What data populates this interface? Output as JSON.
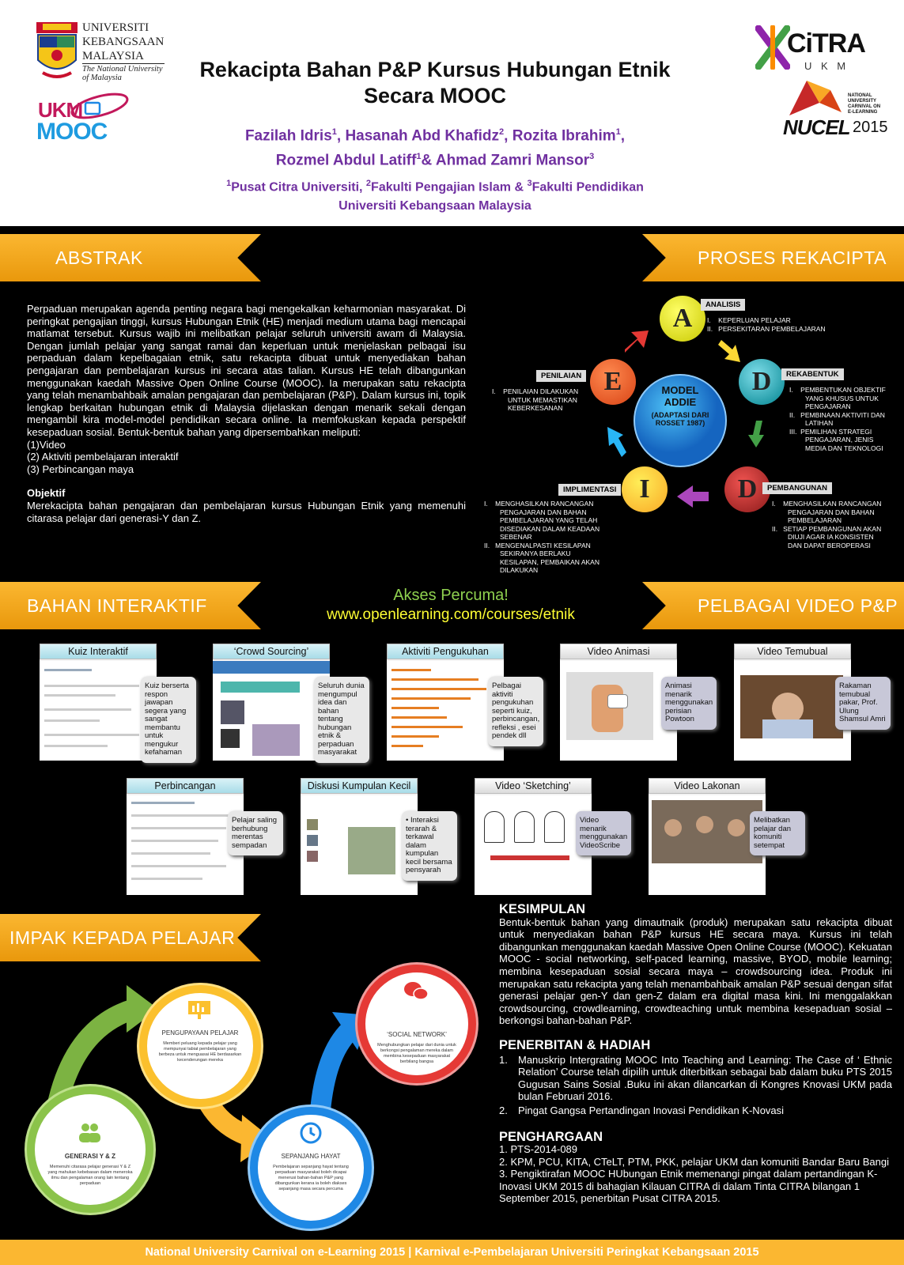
{
  "header": {
    "title_line1": "Rekacipta Bahan P&P Kursus Hubungan Etnik",
    "title_line2": "Secara MOOC",
    "authors_line1": [
      "Fazilah Idris",
      "1",
      ", Hasanah Abd Khafidz",
      "2",
      ", Rozita Ibrahim",
      "1",
      ","
    ],
    "authors_line2": [
      "Rozmel Abdul Latiff",
      "1",
      "& Ahmad Zamri Mansor",
      "3"
    ],
    "affil_line1": [
      "1",
      "Pusat Citra Universiti, ",
      "2",
      "Fakulti Pengajian Islam & ",
      "3",
      "Fakulti Pendidikan"
    ],
    "affil_line2": "Universiti Kebangsaan Malaysia",
    "ukm_logo": {
      "line1": "UNIVERSITI",
      "line2": "KEBANGSAAN",
      "line3": "MALAYSIA",
      "line4": "The National University",
      "line5": "of Malaysia"
    },
    "ukm_mooc_logo": {
      "ukm": "UKM",
      "mooc": "MOOC"
    },
    "citra_logo": {
      "citra": "CiTRA",
      "ukm": "U K M"
    },
    "nucel_logo": {
      "small": [
        "NATIONAL",
        "UNIVERSITY",
        "CARNIVAL ON",
        "E-LEARNING"
      ],
      "nucel": "NUCEL",
      "year": "2015"
    }
  },
  "sections": {
    "abstrak": "ABSTRAK",
    "proses": "PROSES REKACIPTA",
    "bahan": "BAHAN INTERAKTIF",
    "video": "PELBAGAI VIDEO P&P",
    "impak": "IMPAK KEPADA PELAJAR"
  },
  "abstrak": {
    "body": "Perpaduan merupakan agenda penting negara bagi mengekalkan keharmonian masyarakat. Di peringkat pengajian tinggi, kursus Hubungan Etnik (HE) menjadi medium utama bagi mencapai matlamat tersebut.  Kursus  wajib ini melibatkan pelajar seluruh universiti awam di Malaysia. Dengan jumlah pelajar yang sangat ramai dan keperluan untuk menjelaskan pelbagai isu perpaduan dalam kepelbagaian etnik, satu rekacipta dibuat untuk menyediakan bahan pengajaran dan  pembelajaran kursus ini secara atas talian. Kursus HE telah dibangunkan menggunakan kaedah Massive Open Online Course (MOOC). Ia merupakan satu rekacipta yang telah menambahbaik amalan pengajaran dan pembelajaran (P&P). Dalam kursus ini, topik lengkap berkaitan hubungan etnik di Malaysia dijelaskan dengan menarik sekali dengan mengambil kira model-model pendidikan secara online. Ia memfokuskan kepada perspektif kesepaduan sosial. Bentuk-bentuk bahan yang dipersembahkan meliputi:",
    "items": [
      "(1)Video",
      "(2) Aktiviti pembelajaran interaktif",
      "(3) Perbincangan maya"
    ],
    "objektif_heading": "Objektif",
    "objektif": "Merekacipta bahan pengajaran dan pembelajaran kursus Hubungan Etnik yang memenuhi citarasa pelajar dari generasi-Y dan Z."
  },
  "addie": {
    "center": [
      "MODEL",
      "ADDIE",
      "(ADAPTASI DARI",
      "ROSSET 1987)"
    ],
    "letters": {
      "a": "A",
      "d1": "D",
      "d2": "D",
      "i": "I",
      "e": "E"
    },
    "analisis": {
      "title": "ANALISIS",
      "items": [
        "I.    KEPERLUAN PELAJAR",
        "II.   PERSEKITARAN PEMBELAJARAN"
      ]
    },
    "rekabentuk": {
      "title": "REKABENTUK",
      "items": [
        "I.    PEMBENTUKAN OBJEKTIF YANG KHUSUS UNTUK PENGAJARAN",
        "II.   PEMBINAAN AKTIVITI DAN LATIHAN",
        "III.  PEMILIHAN STRATEGI PENGAJARAN, JENIS MEDIA DAN TEKNOLOGI"
      ]
    },
    "pembangunan": {
      "title": "PEMBANGUNAN",
      "items": [
        "I.    MENGHASILKAN RANCANGAN PENGAJARAN DAN BAHAN PEMBELAJARAN",
        "II.   SETIAP PEMBANGUNAN AKAN DIUJI AGAR IA KONSISTEN DAN DAPAT BEROPERASI"
      ]
    },
    "implimentasi": {
      "title": "IMPLIMENTASI",
      "items": [
        "I.    MENGHASILKAN RANCANGAN PENGAJARAN DAN BAHAN PEMBELAJARAN YANG TELAH DISEDIAKAN  DALAM KEADAAN SEBENAR",
        "II.   MENGENALPASTI KESILAPAN SEKIRANYA BERLAKU KESILAPAN, PEMBAIKAN AKAN DILAKUKAN"
      ]
    },
    "penilaian": {
      "title": "PENILAIAN",
      "items": [
        "I.    PENILAIAN DILAKUKAN UNTUK MEMASTIKAN KEBERKESANAN"
      ]
    }
  },
  "akses": {
    "line1": "Akses Percuma!",
    "line2": "www.openlearning.com/courses/etnik"
  },
  "shots": [
    {
      "cap": "Kuiz Interaktif",
      "callout": "Kuiz berserta respon jawapan segera yang sangat membantu untuk mengukur kefahaman"
    },
    {
      "cap": "‘Crowd Sourcing’",
      "callout": "Seluruh dunia mengumpul idea dan bahan tentang hubungan etnik & perpaduan masyarakat"
    },
    {
      "cap": "Aktiviti Pengukuhan",
      "callout": "Pelbagai aktiviti pengukuhan seperti kuiz, perbincangan, refleksi , esei pendek dll"
    },
    {
      "cap": "Video Animasi",
      "callout": "Animasi menarik menggunakan perisian Powtoon"
    },
    {
      "cap": "Video Temubual",
      "callout": "Rakaman temubual pakar, Prof. Ulung Shamsul Amri"
    },
    {
      "cap": "Perbincangan",
      "callout": "Pelajar saling berhubung merentas sempadan"
    },
    {
      "cap": "Diskusi Kumpulan Kecil",
      "callout": "• Interaksi terarah & terkawal dalam kumpulan kecil bersama pensyarah"
    },
    {
      "cap": "Video ‘Sketching’",
      "callout": "Video menarik menggunakan VideoScribe"
    },
    {
      "cap": "Video Lakonan",
      "callout": "Melibatkan pelajar dan komuniti setempat"
    }
  ],
  "impak": {
    "generasi": {
      "title": "GENERASI Y & Z",
      "text": "Memenuhi citarasa pelajar generasi Y & Z yang mahukan kebebasan dalam meneroka ilmu dan pengalaman orang lain tentang perpaduan"
    },
    "pengupayaan": {
      "title": "PENGUPAYAAN PELAJAR",
      "text": "Memberi peluang kepada pelajar yang mempunyai tabiat pembelajaran yang berbeza untuk menguasai HE berdasarkan kecenderungan mereka"
    },
    "sepanjang": {
      "title": "SEPANJANG HAYAT",
      "text": "Pembelajaran sepanjang hayat tentang perpaduan masyarakat boleh dicapai menerusi bahan-bahan P&P yang dibangunkan kerana ia boleh diakses sepanjang masa secara percuma"
    },
    "social": {
      "title": "‘SOCIAL NETWORK’",
      "text": "Menghubungkan pelajar dari dunia untuk berkongsi pengalaman mereka dalam membina kesepaduan masyarakat berbilang bangsa"
    }
  },
  "kesimpulan": {
    "heading": "KESIMPULAN",
    "body": "Bentuk-bentuk bahan yang dimautnaik (produk) merupakan satu rekacipta dibuat untuk menyediakan bahan P&P kursus HE secara maya. Kursus ini telah dibangunkan menggunakan kaedah Massive Open Online Course (MOOC). Kekuatan MOOC - social networking, self-paced learning, massive, BYOD, mobile learning; membina kesepaduan sosial secara maya – crowdsourcing idea. Produk ini merupakan satu rekacipta yang telah menambahbaik amalan P&P sesuai dengan sifat generasi pelajar gen-Y dan gen-Z dalam era digital masa kini. Ini menggalakkan crowdsourcing, crowdlearning, crowdteaching untuk membina kesepaduan sosial – berkongsi bahan-bahan P&P."
  },
  "penerbitan": {
    "heading": "PENERBITAN & HADIAH",
    "item1": "Manuskrip  Intergrating  MOOC Into Teaching and Learning: The Case of ‘ Ethnic Relation’ Course telah dipilih untuk  diterbitkan sebagai bab dalam buku PTS 2015 Gugusan Sains Sosial  .Buku ini akan dilancarkan di Kongres Knovasi UKM pada bulan Februari 2016.",
    "item2": "Pingat Gangsa Pertandingan Inovasi Pendidikan K-Novasi"
  },
  "penghargaan": {
    "heading": "PENGHARGAAN",
    "items": [
      "1. PTS-2014-089",
      "2. KPM, PCU, KITA, CTeLT, PTM, PKK, pelajar UKM dan komuniti Bandar Baru Bangi",
      "3. Pengiktirafan  MOOC HUbungan Etnik memenangi pingat dalam pertandingan K-Inovasi UKM 2015 di bahagian Kilauan CITRA di dalam Tinta CITRA bilangan 1 September 2015, penerbitan Pusat CITRA 2015."
    ]
  },
  "footer": "National University Carnival on e-Learning 2015  |  Karnival e-Pembelajaran Universiti Peringkat Kebangsaan 2015"
}
